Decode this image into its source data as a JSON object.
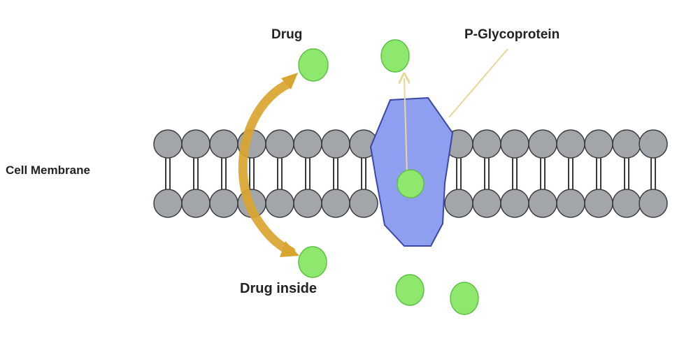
{
  "labels": {
    "drug": "Drug",
    "p_glycoprotein": "P-Glycoprotein",
    "cell_membrane": "Cell Membrane",
    "drug_inside": "Drug inside"
  },
  "colors": {
    "lipid_head_fill": "#a3a6a8",
    "lipid_head_stroke": "#3a3d40",
    "lipid_tail": "#3a3d40",
    "drug_fill": "#8ee86e",
    "drug_stroke": "#5fbf45",
    "protein_fill": "#8f9ff0",
    "protein_stroke": "#3b46a8",
    "arrow_gold": "#d9a531",
    "pointer_line": "#e8d79a",
    "label_text": "#222222"
  },
  "icons": {
    "drug_molecule": "green-circle",
    "lipid_head": "gray-circle",
    "efflux_arrow": "gold-curved-arrow",
    "transport_arrow": "thin-up-arrow"
  }
}
